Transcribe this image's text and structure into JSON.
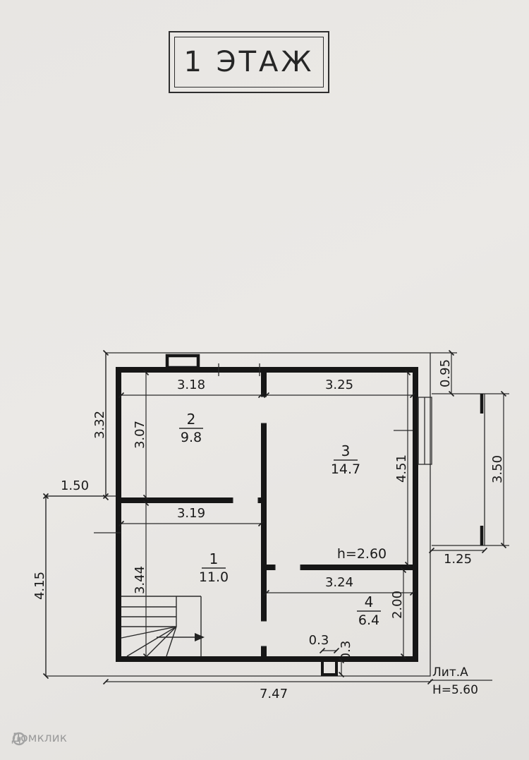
{
  "title": "1 ЭТАЖ",
  "rooms": [
    {
      "number": "1",
      "area": "11.0"
    },
    {
      "number": "2",
      "area": "9.8"
    },
    {
      "number": "3",
      "area": "14.7"
    },
    {
      "number": "4",
      "area": "6.4"
    }
  ],
  "dims": {
    "room2_width": "3.18",
    "room3_width": "3.25",
    "top_right_offset": "0.95",
    "left_upper_height": "3.32",
    "room2_height": "3.07",
    "left_porch_width": "1.50",
    "room3_height": "4.51",
    "right_porch_height": "3.50",
    "room1_width": "3.19",
    "left_porch_height": "4.15",
    "room1_height": "3.44",
    "room4_width": "3.24",
    "room4_height": "2.00",
    "right_porch_width": "1.25",
    "notch_width": "0.3",
    "notch_depth": "0.3",
    "total_width": "7.47"
  },
  "annotations": {
    "ceiling_height": "h=2.60",
    "litera": "Лит.А",
    "building_height": "H=5.60"
  },
  "watermark": "Домклик"
}
